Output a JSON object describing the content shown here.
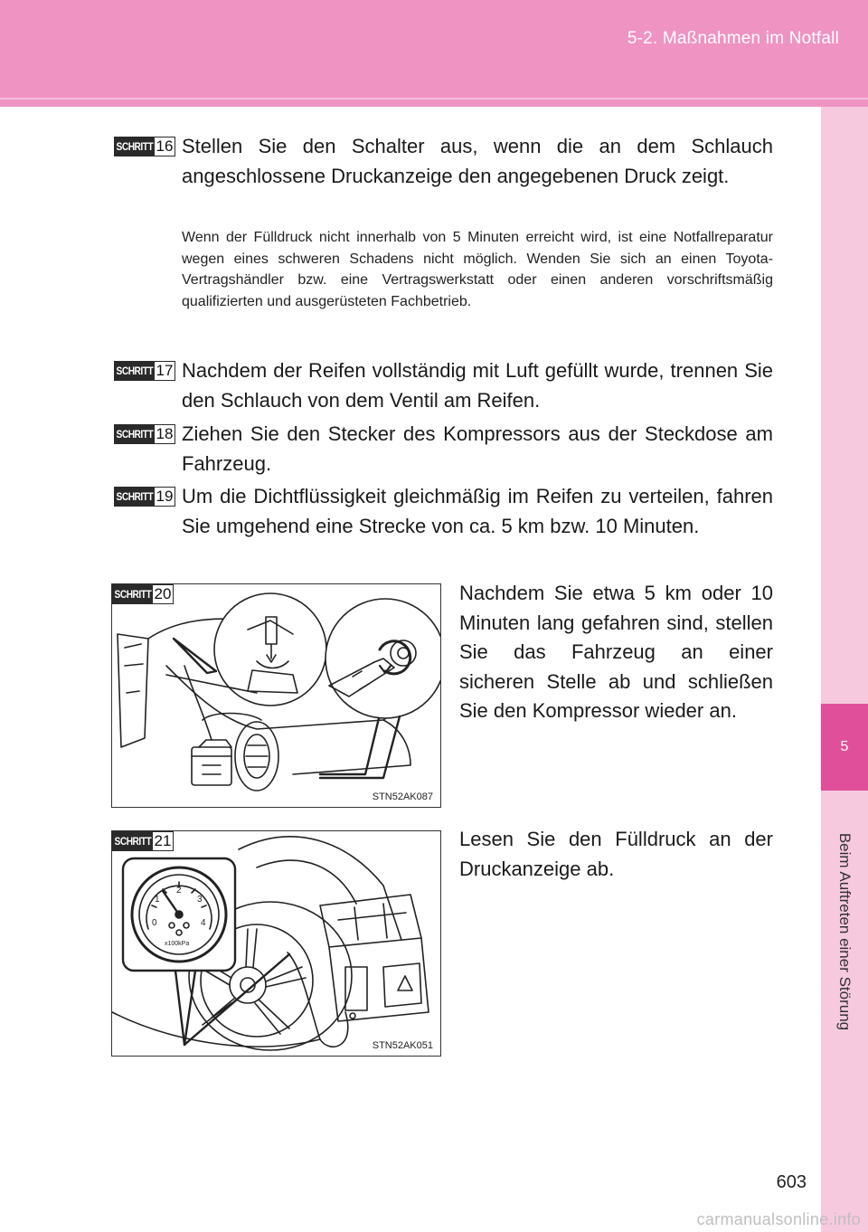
{
  "header": {
    "section": "5-2. Maßnahmen im Notfall"
  },
  "sidebar": {
    "tab_number": "5",
    "tab_label": "Beim Auftreten einer Störung"
  },
  "page_number": "603",
  "watermark": "carmanualsonline.info",
  "badge_word": "SCHRITT",
  "steps": [
    {
      "number": "16",
      "text": "Stellen Sie den Schalter aus, wenn die an dem Schlauch angeschlossene Druckanzeige den angegebenen Druck zeigt.",
      "note": "Wenn der Fülldruck nicht innerhalb von 5 Minuten erreicht wird, ist eine Notfallreparatur wegen eines schweren Schadens nicht mög­lich. Wenden Sie sich an einen Toyota-Vertragshändler bzw. eine Vertragswerkstatt oder einen anderen vorschriftsmäßig qualifizierten und ausgerüsteten Fachbetrieb."
    },
    {
      "number": "17",
      "text": "Nachdem der Reifen vollständig mit Luft gefüllt wurde, tren­nen Sie den Schlauch von dem Ventil am Reifen."
    },
    {
      "number": "18",
      "text": "Ziehen Sie den Stecker des Kompressors aus der Steckdose am Fahrzeug."
    },
    {
      "number": "19",
      "text": "Um die Dichtflüssigkeit gleichmäßig im Reifen zu verteilen, fahren Sie umgehend eine Strecke von ca. 5 km bzw. 10 Minuten."
    },
    {
      "number": "20",
      "text": "Nachdem Sie etwa 5 km oder 10 Minuten lang gefahren sind, stel­len Sie das Fahrzeug an einer sicheren Stelle ab und schließen Sie den Kompressor wieder an.",
      "figure_code": "STN52AK087"
    },
    {
      "number": "21",
      "text": "Lesen Sie den Fülldruck an der Druckanzeige ab.",
      "figure_code": "STN52AK051",
      "gauge": {
        "ticks": [
          "0",
          "1",
          "2",
          "3",
          "4"
        ],
        "unit": "x100kPa"
      }
    }
  ],
  "colors": {
    "header": "#ef93c3",
    "sidebar": "#f6c9df",
    "tab": "#e0509a",
    "badge": "#2a2a2a"
  }
}
